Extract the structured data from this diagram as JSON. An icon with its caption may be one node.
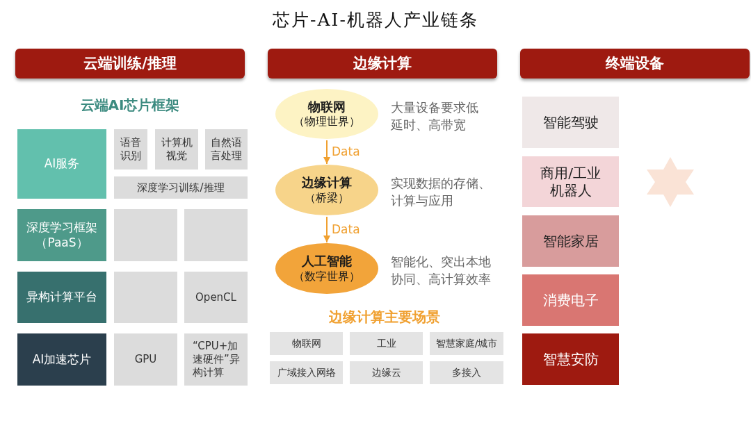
{
  "diagram": {
    "title": "芯片-AI-机器人产业链条",
    "nodes": [
      {
        "text": [
          "云端训练/推理"
        ]
      },
      {
        "text": [
          "AI服务"
        ]
      },
      {
        "text": [
          "语音识别"
        ]
      },
      {
        "text": [
          "计算机视觉"
        ]
      },
      {
        "text": [
          "自然语言处理"
        ]
      },
      {
        "text": [
          "深度学习训练/推理"
        ]
      },
      {
        "text": [
          "深度学习框架（PaaS）"
        ]
      },
      {
        "text": [],
        "shape": "box"
      },
      {
        "text": [],
        "shape": "box"
      },
      {
        "text": [
          "异构计算平台"
        ]
      },
      {
        "text": [],
        "shape": "box"
      },
      {
        "text": [
          "OpenCL"
        ]
      },
      {
        "text": [
          "AI加速芯片"
        ]
      },
      {
        "text": [
          "GPU"
        ]
      },
      {
        "text": [
          "“CPU+加速硬件”异构计算"
        ]
      },
      {
        "text": [
          "边缘计算"
        ]
      },
      {
        "text": [
          "物联网",
          "（物理世界）"
        ],
        "beside": [
          "大量设备要求低延时、高带宽"
        ]
      },
      {
        "text": [
          "边缘计算",
          "（桥梁）"
        ],
        "beside": [
          "实现数据的存储、计算与应用"
        ]
      },
      {
        "text": [
          "人工智能",
          "（数字世界）"
        ],
        "beside": [
          "智能化、突出本地协同、高计算效率"
        ]
      },
      {
        "text": [
          "物联网"
        ]
      },
      {
        "text": [
          "工业"
        ]
      },
      {
        "text": [
          "智慧家庭/城市"
        ]
      },
      {
        "text": [
          "广域接入网络"
        ]
      },
      {
        "text": [
          "边缘云"
        ]
      },
      {
        "text": [
          "多接入"
        ]
      },
      {
        "text": [
          "终端设备"
        ]
      },
      {
        "text": [
          "智能驾驶"
        ]
      },
      {
        "text": [
          "商用/工业机器人"
        ]
      },
      {
        "text": [
          "智能家居"
        ]
      },
      {
        "text": [
          "消费电子"
        ]
      },
      {
        "text": [
          "智慧安防"
        ]
      }
    ],
    "edges": [
      {
        "from": 16,
        "to": 17,
        "arrow": "to",
        "label": "Data"
      },
      {
        "from": 17,
        "to": 18,
        "arrow": "to",
        "label": "Data"
      }
    ],
    "labels": [
      "云端AI芯片框架",
      "边缘计算主要场景"
    ]
  }
}
